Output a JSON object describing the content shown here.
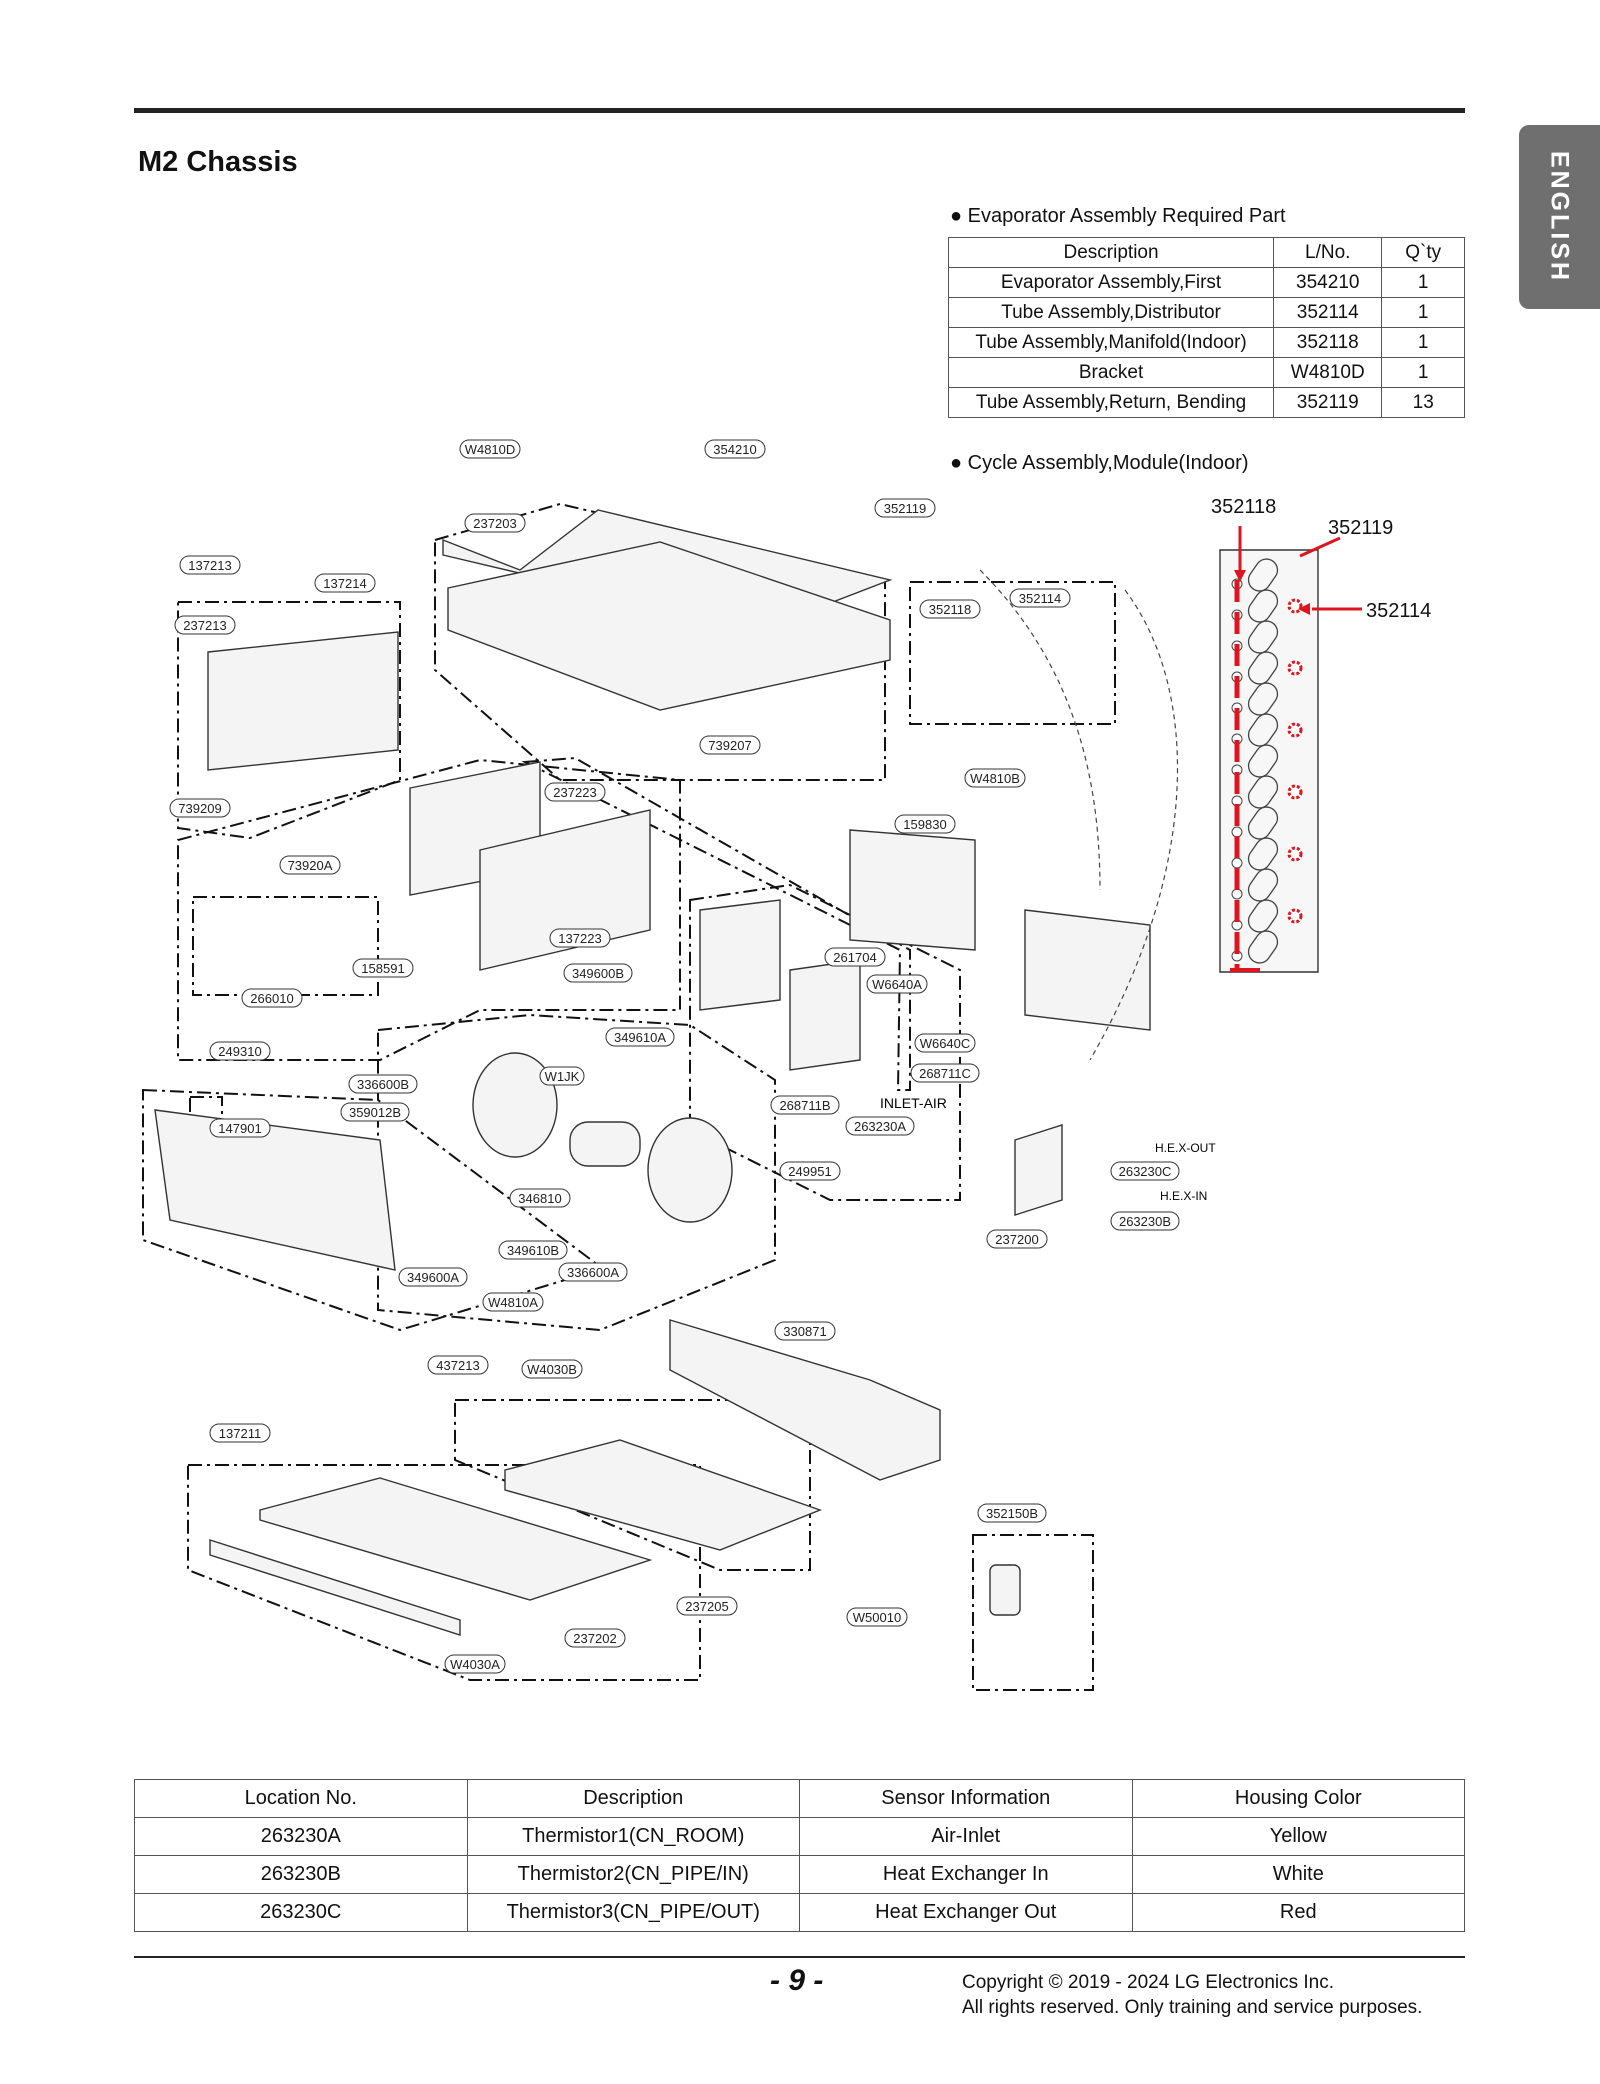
{
  "page": {
    "title": "M2 Chassis",
    "language_tab": "ENGLISH",
    "page_number": "- 9 -",
    "copyright_line1": "Copyright © 2019 - 2024 LG Electronics Inc.",
    "copyright_line2": "All rights reserved. Only training and service purposes."
  },
  "evaporator": {
    "heading": "● Evaporator Assembly Required Part",
    "columns": [
      "Description",
      "L/No.",
      "Q`ty"
    ],
    "rows": [
      [
        "Evaporator Assembly,First",
        "354210",
        "1"
      ],
      [
        "Tube Assembly,Distributor",
        "352114",
        "1"
      ],
      [
        "Tube Assembly,Manifold(Indoor)",
        "352118",
        "1"
      ],
      [
        "Bracket",
        "W4810D",
        "1"
      ],
      [
        "Tube Assembly,Return, Bending",
        "352119",
        "13"
      ]
    ]
  },
  "cycle": {
    "heading": "● Cycle Assembly,Module(Indoor)",
    "labels": [
      "352118",
      "352119",
      "352114"
    ]
  },
  "diagram": {
    "part_tags": [
      "W4810D",
      "354210",
      "352119",
      "237203",
      "137213",
      "137214",
      "237213",
      "352118",
      "352114",
      "739207",
      "739209",
      "237223",
      "W4810B",
      "73920A",
      "159830",
      "158591",
      "266010",
      "137223",
      "349600B",
      "261704",
      "W6640A",
      "349610A",
      "249310",
      "W1JK",
      "336600B",
      "359012B",
      "W6640C",
      "268711C",
      "268711B",
      "263230A",
      "147901",
      "249951",
      "346810",
      "263230C",
      "263230B",
      "349610B",
      "336600A",
      "349600A",
      "237200",
      "W4810A",
      "330871",
      "437213",
      "W4030B",
      "137211",
      "352150B",
      "237205",
      "W50010",
      "237202",
      "W4030A"
    ],
    "annotations": [
      "INLET-AIR",
      "H.E.X-OUT",
      "H.E.X-IN"
    ]
  },
  "sensors": {
    "columns": [
      "Location No.",
      "Description",
      "Sensor Information",
      "Housing Color"
    ],
    "rows": [
      [
        "263230A",
        "Thermistor1(CN_ROOM)",
        "Air-Inlet",
        "Yellow"
      ],
      [
        "263230B",
        "Thermistor2(CN_PIPE/IN)",
        "Heat Exchanger In",
        "White"
      ],
      [
        "263230C",
        "Thermistor3(CN_PIPE/OUT)",
        "Heat Exchanger Out",
        "Red"
      ]
    ]
  },
  "colors": {
    "highlight": "#e0141e",
    "rule": "#222222",
    "tab": "#6f6f6f"
  }
}
